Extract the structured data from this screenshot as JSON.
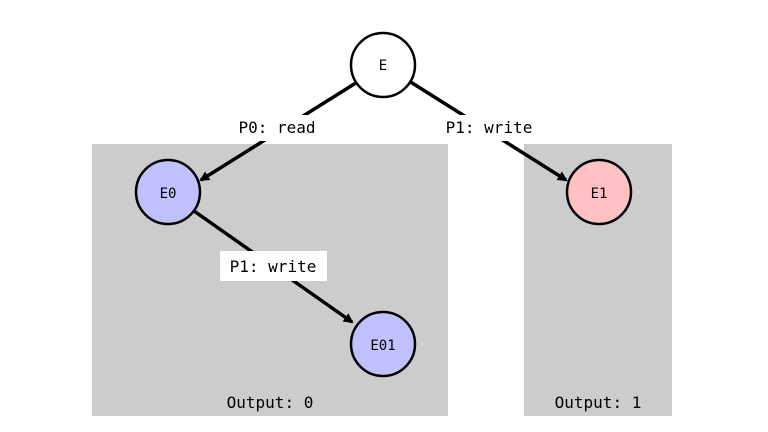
{
  "colors": {
    "background": "#ffffff",
    "region": "#cccccc",
    "stroke": "#000000",
    "root_fill": "#ffffff",
    "blue_fill": "#c1c1ff",
    "red_fill": "#ffc1c1",
    "label_bg": "#ffffff"
  },
  "nodes": {
    "root": "E",
    "e0": "E0",
    "e1": "E1",
    "e01": "E01"
  },
  "edges": {
    "root_e0": "P0: read",
    "root_e1": "P1: write",
    "e0_e01": "P1: write"
  },
  "regions": {
    "left_output": "Output: 0",
    "right_output": "Output: 1"
  }
}
